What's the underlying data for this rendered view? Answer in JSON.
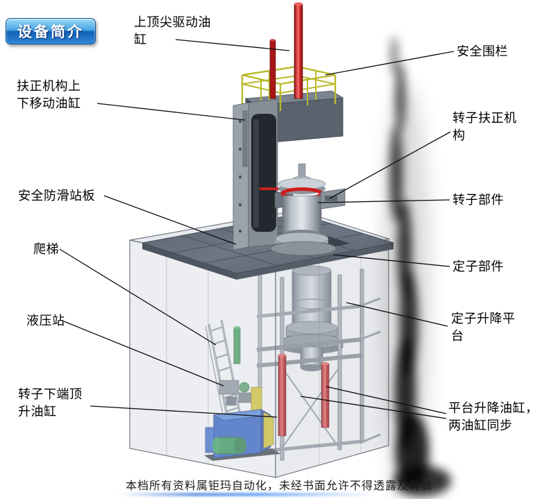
{
  "title_badge": {
    "label": "设备简介"
  },
  "footer": {
    "text": "本档所有资料属钜玛自动化，未经书面允许不得透露及转摘"
  },
  "colors": {
    "cylinder_red": "#cc1d1d",
    "railing_yellow": "#b9b92a",
    "hydraulic_blue": "#2b5ec6",
    "motor_green": "#2f9552",
    "steel_gray": "#9aa2ac",
    "badge_blue": "#1262b8"
  },
  "labels": [
    {
      "id": "top-drive-cylinder",
      "text": "上顶尖驱动油\n缸"
    },
    {
      "id": "safety-fence",
      "text": "安全围栏"
    },
    {
      "id": "centering-lift-cylinder",
      "text": "扶正机构上\n下移动油缸"
    },
    {
      "id": "rotor-centering-mech",
      "text": "转子扶正机\n构"
    },
    {
      "id": "antislip-platform",
      "text": "安全防滑站板"
    },
    {
      "id": "rotor-part",
      "text": "转子部件"
    },
    {
      "id": "ladder",
      "text": "爬梯"
    },
    {
      "id": "stator-part",
      "text": "定子部件"
    },
    {
      "id": "hydraulic-station",
      "text": "液压站"
    },
    {
      "id": "stator-lift-platform",
      "text": "定子升降平\n台"
    },
    {
      "id": "rotor-bottom-jack",
      "text": "转子下端顶\n升油缸"
    },
    {
      "id": "platform-lift-cylinders",
      "text": "平台升降油缸，\n两油缸同步"
    }
  ]
}
